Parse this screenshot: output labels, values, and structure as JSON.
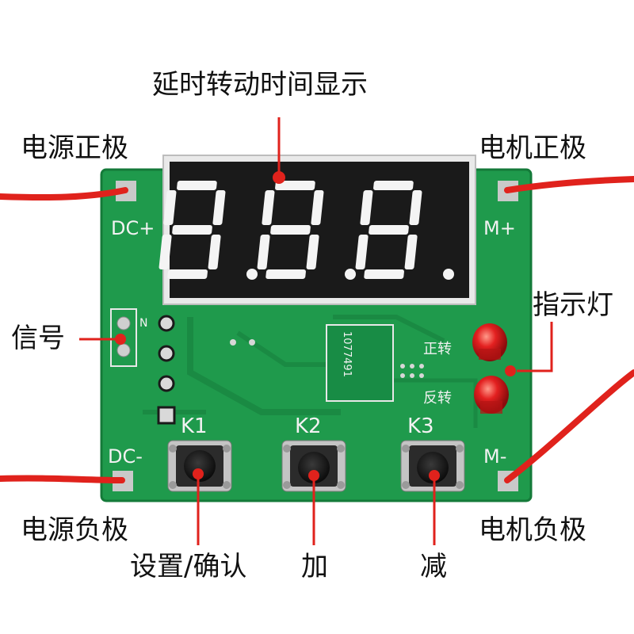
{
  "title": "延时转动时间显示",
  "labels": {
    "power_positive": "电源正极",
    "power_negative": "电源负极",
    "motor_positive": "电机正极",
    "motor_negative": "电机负极",
    "signal": "信号",
    "indicator": "指示灯",
    "set_confirm": "设置/确认",
    "add": "加",
    "subtract": "减"
  },
  "board": {
    "dc_plus": "DC+",
    "dc_minus": "DC-",
    "m_plus": "M+",
    "m_minus": "M-",
    "k1": "K1",
    "k2": "K2",
    "k3": "K3",
    "forward": "正转",
    "reverse": "反转",
    "pin_n": "N",
    "chip_code": "1077491"
  },
  "display": {
    "digits": [
      "8.",
      "8.",
      "8."
    ]
  },
  "colors": {
    "pcb": "#1f9a4c",
    "wire": "#e0221c",
    "callout": "#e0221c",
    "led_red": "#e32020",
    "display_bg": "#1a1a1a"
  }
}
